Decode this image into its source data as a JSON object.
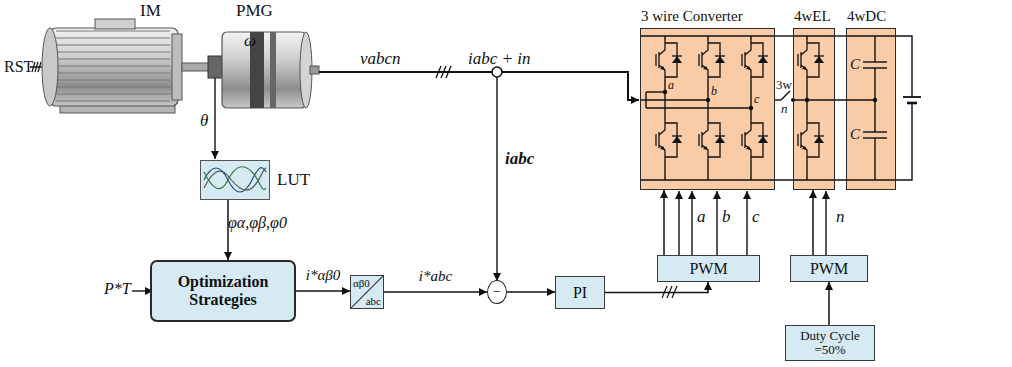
{
  "diagram": {
    "nodes": [
      {
        "text": [
          "LUT"
        ]
      },
      {
        "text": [
          "Optimization Strategies"
        ]
      },
      {
        "text": [
          "αβ0",
          "abc"
        ]
      },
      {
        "text": [
          "−"
        ]
      },
      {
        "text": [
          "PI"
        ]
      },
      {
        "text": [
          "PWM"
        ]
      },
      {
        "text": [
          "3 wire Converter"
        ]
      },
      {
        "text": [
          "4wEL"
        ]
      },
      {
        "text": [
          "4wDC"
        ]
      },
      {
        "text": [
          "PWM"
        ]
      },
      {
        "text": [
          "Duty Cycle =50%"
        ]
      }
    ],
    "edges": [
      {
        "from": 0,
        "to": 1,
        "arrow": "to"
      },
      {
        "from": 1,
        "to": 2,
        "arrow": "to",
        "label": "i*αβ0"
      },
      {
        "from": 2,
        "to": 3,
        "arrow": "to",
        "label": "i*abc"
      },
      {
        "from": 3,
        "to": 4,
        "arrow": "to"
      },
      {
        "from": 4,
        "to": 5,
        "arrow": "to"
      },
      {
        "from": 5,
        "to": 6,
        "arrow": "to"
      },
      {
        "from": 10,
        "to": 9,
        "arrow": "to"
      },
      {
        "from": 9,
        "to": 7,
        "arrow": "to"
      },
      {
        "from": 6,
        "to": 7,
        "arrow": "none"
      },
      {
        "from": 7,
        "to": 8,
        "arrow": "none"
      }
    ],
    "labels": [
      "RST",
      "IM",
      "PMG",
      "ω",
      "θ",
      "vabcn",
      "iabc + in",
      "iabc",
      "φα,φβ,φ0",
      "P*T",
      "a",
      "b",
      "c",
      "3w",
      "n",
      "C",
      "C",
      "a",
      "b",
      "c",
      "n"
    ]
  }
}
